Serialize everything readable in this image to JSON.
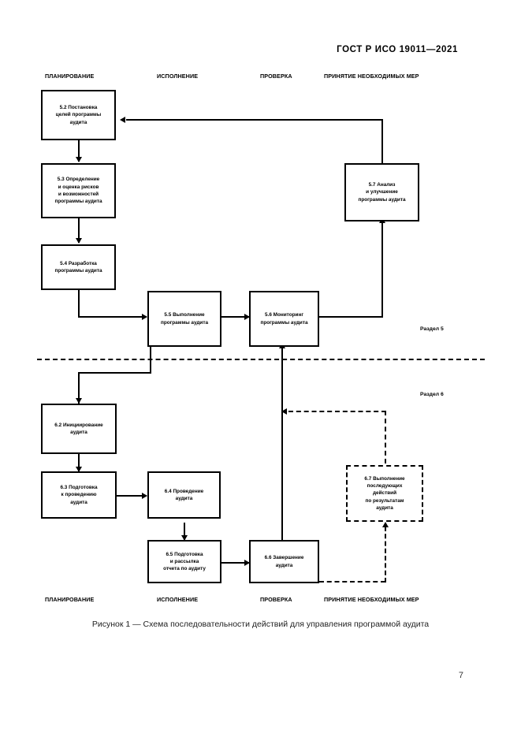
{
  "document": {
    "header": "ГОСТ Р ИСО 19011—2021",
    "page_number": "7",
    "caption": "Рисунок 1 — Схема последовательности действий для управления программой аудита"
  },
  "figure": {
    "column_headers_top": [
      "ПЛАНИРОВАНИЕ",
      "ИСПОЛНЕНИЕ",
      "ПРОВЕРКА",
      "ПРИНЯТИЕ НЕОБХОДИМЫХ МЕР"
    ],
    "column_headers_bottom": [
      "ПЛАНИРОВАНИЕ",
      "ИСПОЛНЕНИЕ",
      "ПРОВЕРКА",
      "ПРИНЯТИЕ НЕОБХОДИМЫХ МЕР"
    ],
    "section_labels": [
      "Раздел 5",
      "Раздел 6"
    ],
    "nodes": [
      {
        "id": "5.2",
        "line1": "5.2 Постановка",
        "line2": "целей программы",
        "line3": "аудита",
        "line4": "",
        "line5": "",
        "style": "solid"
      },
      {
        "id": "5.3",
        "line1": "5.3 Определение",
        "line2": "и оценка рисков",
        "line3": "и возможностей",
        "line4": "программы аудита",
        "line5": "",
        "style": "solid"
      },
      {
        "id": "5.4",
        "line1": "5.4 Разработка",
        "line2": "программы аудита",
        "line3": "",
        "line4": "",
        "line5": "",
        "style": "solid"
      },
      {
        "id": "5.5",
        "line1": "5.5 Выполнение",
        "line2": "программы аудита",
        "line3": "",
        "line4": "",
        "line5": "",
        "style": "solid"
      },
      {
        "id": "5.6",
        "line1": "5.6 Мониторинг",
        "line2": "программы аудита",
        "line3": "",
        "line4": "",
        "line5": "",
        "style": "solid"
      },
      {
        "id": "5.7",
        "line1": "5.7 Анализ",
        "line2": "и улучшение",
        "line3": "программы аудита",
        "line4": "",
        "line5": "",
        "style": "solid"
      },
      {
        "id": "6.2",
        "line1": "6.2 Инициирование",
        "line2": "аудита",
        "line3": "",
        "line4": "",
        "line5": "",
        "style": "solid"
      },
      {
        "id": "6.3",
        "line1": "6.3 Подготовка",
        "line2": "к проведению",
        "line3": "аудита",
        "line4": "",
        "line5": "",
        "style": "solid"
      },
      {
        "id": "6.4",
        "line1": "6.4 Проведение",
        "line2": "аудита",
        "line3": "",
        "line4": "",
        "line5": "",
        "style": "solid"
      },
      {
        "id": "6.5",
        "line1": "6.5 Подготовка",
        "line2": "и рассылка",
        "line3": "отчета по аудиту",
        "line4": "",
        "line5": "",
        "style": "solid"
      },
      {
        "id": "6.6",
        "line1": "6.6 Завершение",
        "line2": "аудита",
        "line3": "",
        "line4": "",
        "line5": "",
        "style": "solid"
      },
      {
        "id": "6.7",
        "line1": "6.7 Выполнение",
        "line2": "последующих",
        "line3": "действий",
        "line4": "по результатам",
        "line5": "аудита",
        "style": "dashed"
      }
    ]
  },
  "colors": {
    "stroke": "#000000",
    "background": "#ffffff",
    "text": "#000000"
  }
}
